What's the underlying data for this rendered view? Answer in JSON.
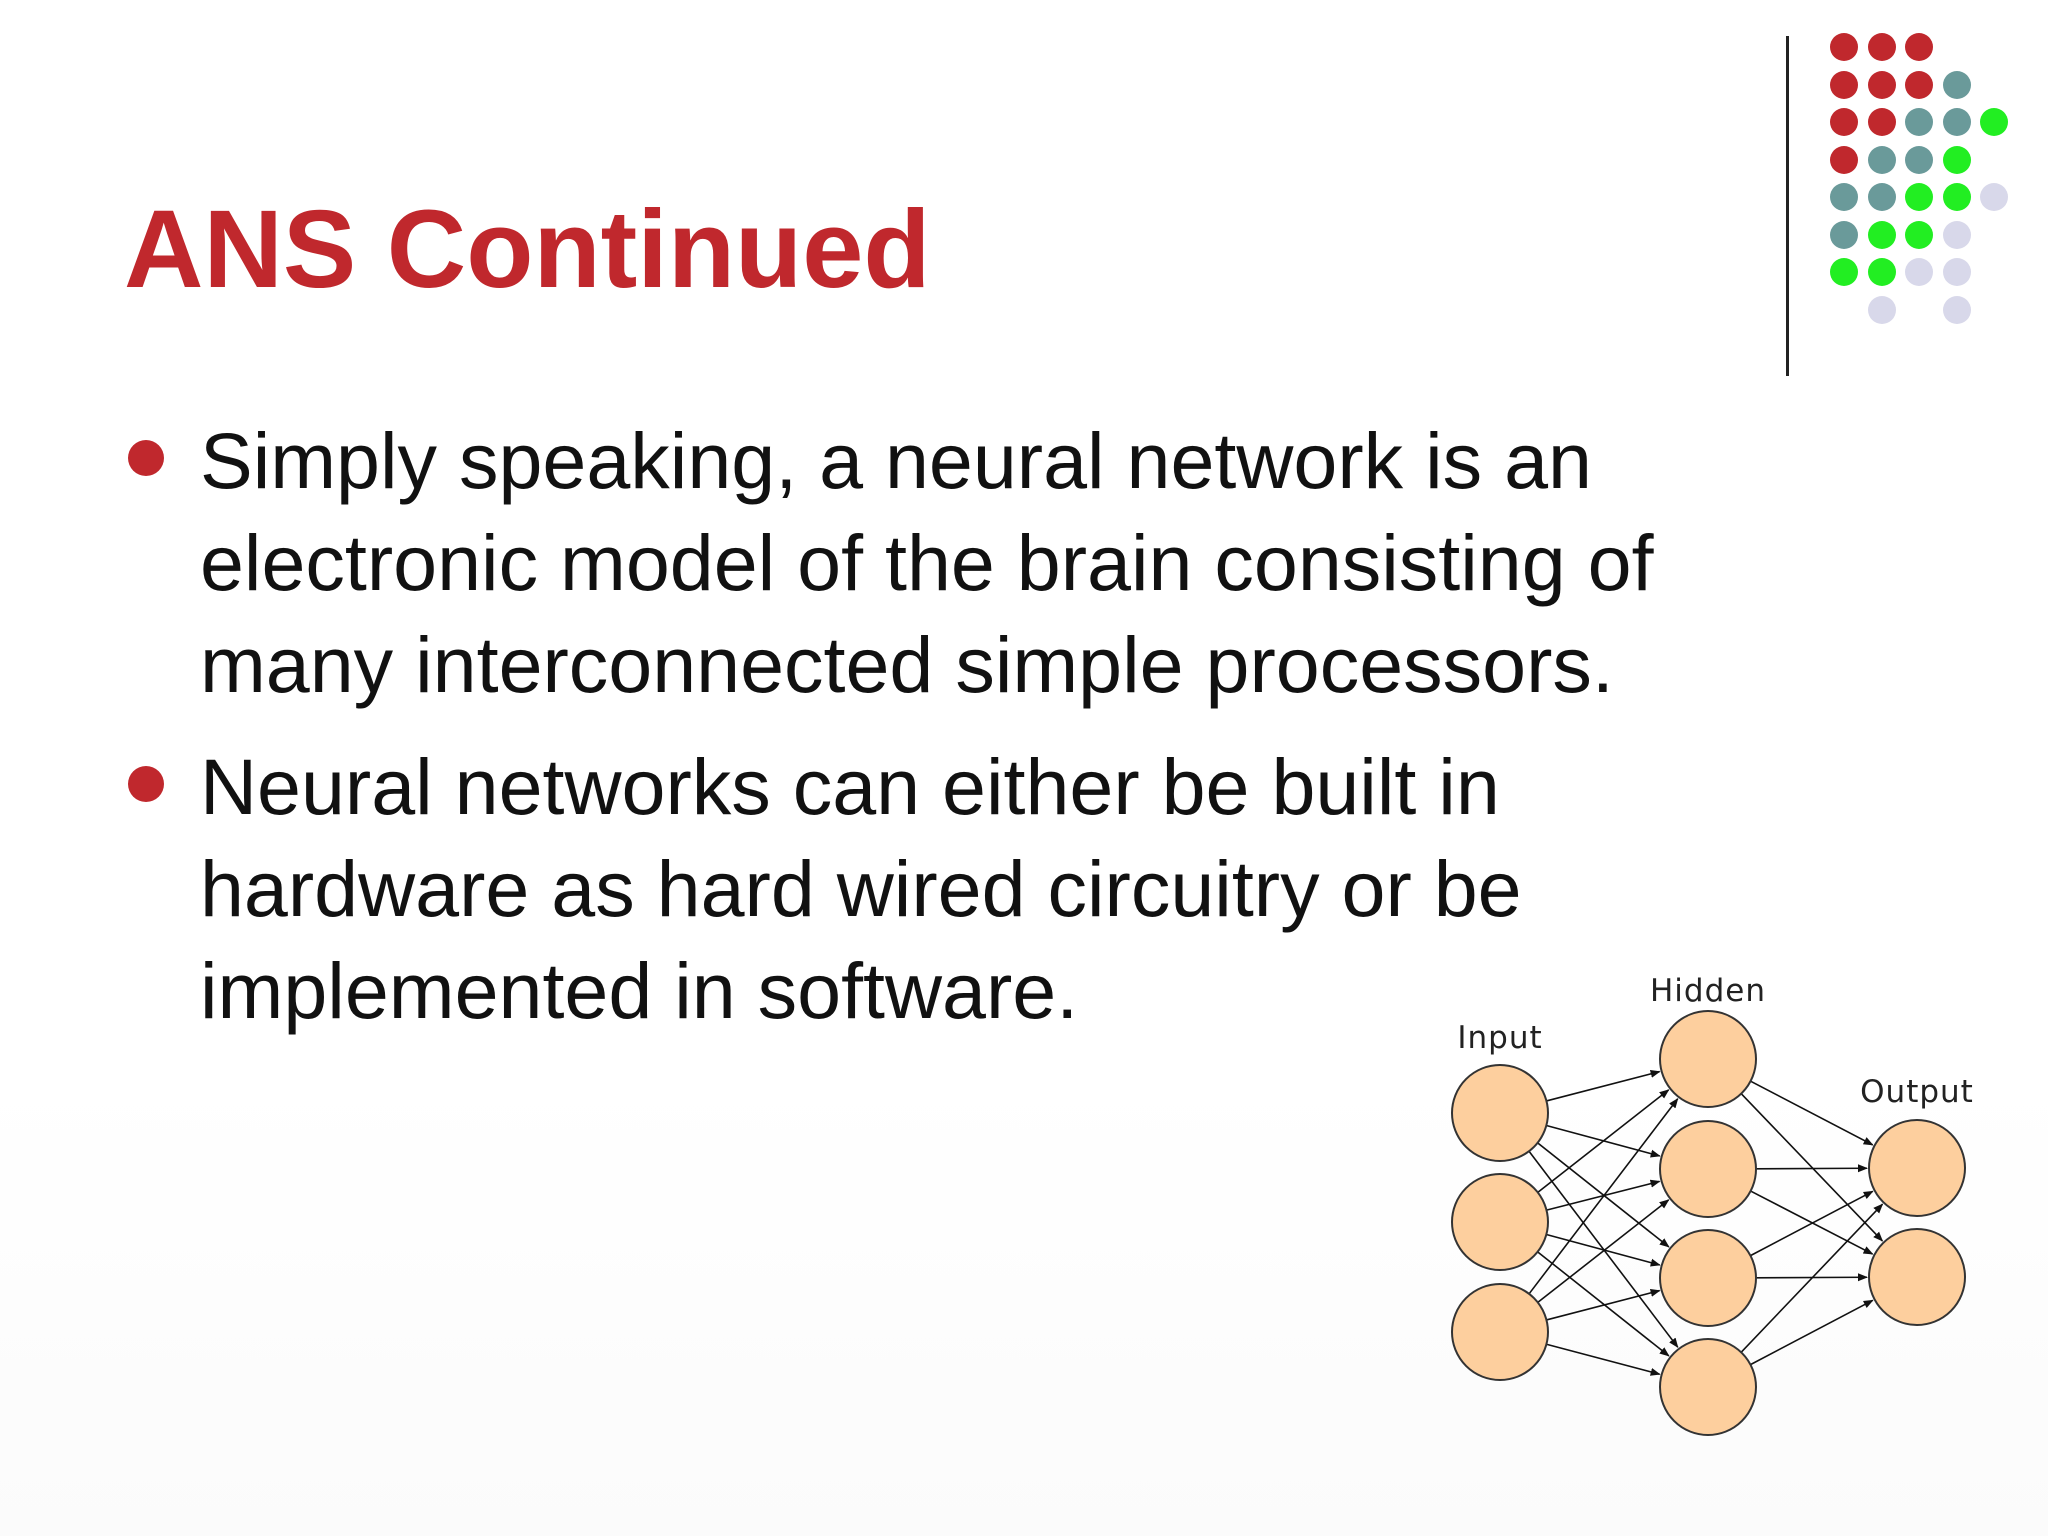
{
  "slide": {
    "title": "ANS Continued",
    "bullets": [
      "Simply speaking, a neural network is an electronic model of the brain consisting of many interconnected simple processors.",
      "Neural networks can either be built in hardware as hard wired circuitry or be implemented in software."
    ]
  },
  "colors": {
    "title": "#c0282d",
    "bullet": "#c0282d",
    "text": "#111111",
    "dot_red": "#c0282d",
    "dot_teal": "#6a9a9a",
    "dot_green": "#22ee22",
    "dot_lavender": "#d8d8ea",
    "node_fill": "#fdcf9e",
    "node_stroke": "#333333"
  },
  "diagram": {
    "layers": [
      {
        "label": "Input",
        "node_count": 3
      },
      {
        "label": "Hidden",
        "node_count": 4
      },
      {
        "label": "Output",
        "node_count": 2
      }
    ]
  }
}
